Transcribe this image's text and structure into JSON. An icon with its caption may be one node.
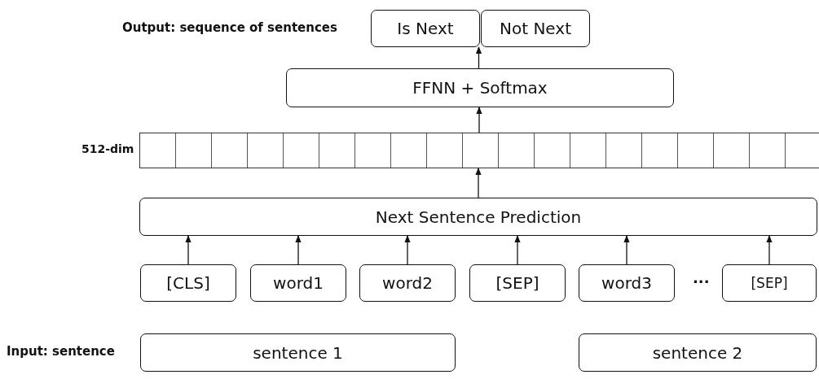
{
  "diagram": {
    "nodes": [
      {
        "text": [
          "Is Next"
        ]
      },
      {
        "text": [
          "Not Next"
        ]
      },
      {
        "text": [
          "FFNN + Softmax"
        ]
      },
      {
        "text": [],
        "shape": "bar",
        "beside": [
          "512-dim"
        ]
      },
      {
        "text": [
          "Next Sentence Prediction"
        ]
      },
      {
        "text": [
          "[CLS]"
        ]
      },
      {
        "text": [
          "word1"
        ]
      },
      {
        "text": [
          "word2"
        ]
      },
      {
        "text": [
          "[SEP]"
        ]
      },
      {
        "text": [
          "word3"
        ]
      },
      {
        "text": [
          "[SEP]"
        ]
      },
      {
        "text": [
          "sentence 1"
        ]
      },
      {
        "text": [
          "sentence 2"
        ]
      }
    ],
    "edges": [
      {
        "from": 2,
        "to": 0,
        "arrow": "to"
      },
      {
        "from": 3,
        "to": 2,
        "arrow": "to"
      },
      {
        "from": 4,
        "to": 3,
        "arrow": "to"
      },
      {
        "from": 5,
        "to": 4,
        "arrow": "to"
      },
      {
        "from": 6,
        "to": 4,
        "arrow": "to"
      },
      {
        "from": 7,
        "to": 4,
        "arrow": "to"
      },
      {
        "from": 8,
        "to": 4,
        "arrow": "to"
      },
      {
        "from": 9,
        "to": 4,
        "arrow": "to"
      },
      {
        "from": 10,
        "to": 4,
        "arrow": "to"
      }
    ],
    "labels": [
      "Output: sequence of sentences",
      "···",
      "Input: sentence"
    ]
  }
}
